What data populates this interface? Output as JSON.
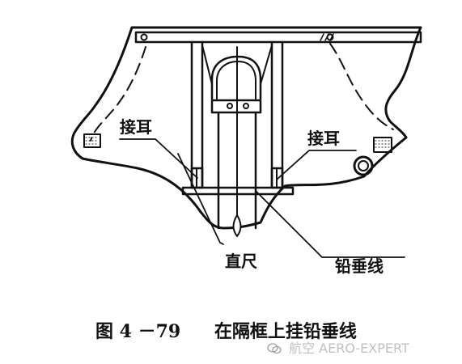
{
  "labels": {
    "lug_left": "接耳",
    "lug_right": "接耳",
    "ruler": "直尺",
    "plumb_line": "铅垂线"
  },
  "caption": {
    "figure_number": "图 4 －79",
    "title": "在隔框上挂铅垂线"
  },
  "watermark": {
    "text": "航空 AERO-EXPERT"
  },
  "colors": {
    "line": "#111111",
    "background": "#ffffff",
    "watermark": "#9a9a9a"
  }
}
